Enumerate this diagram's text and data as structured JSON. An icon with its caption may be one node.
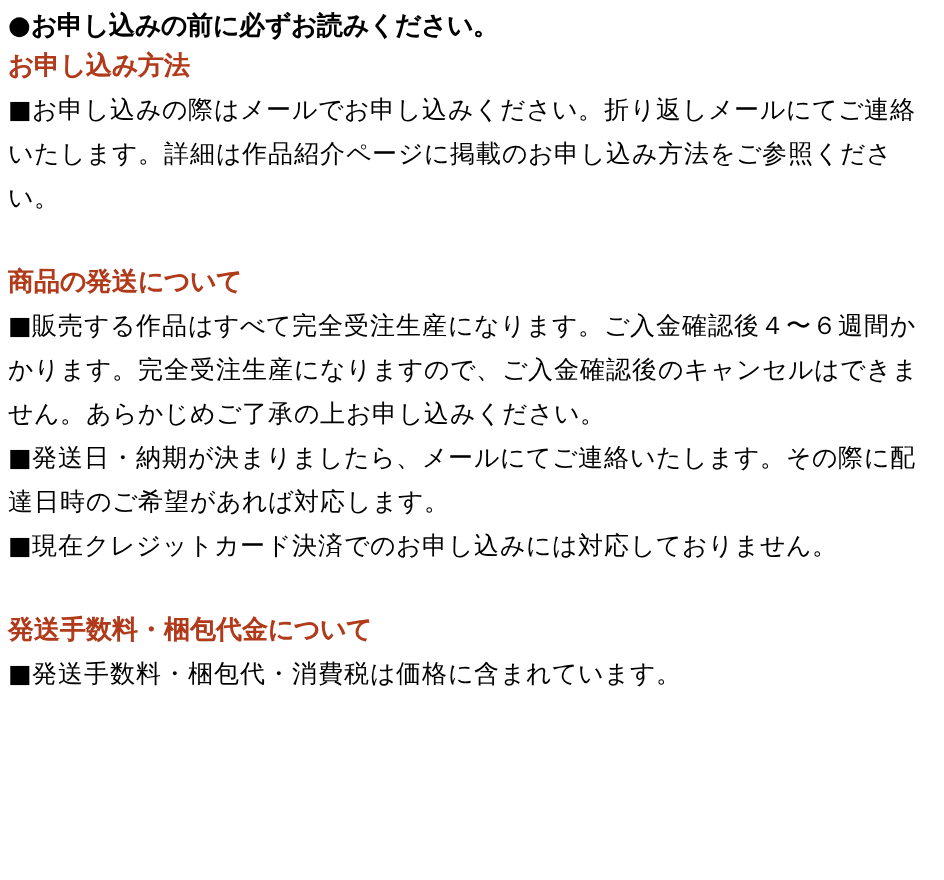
{
  "diagram": {
    "title": "●お申し込みの前に必ずお読みください。",
    "labels": [
      "お申し込み方法",
      "■お申し込みの際はメールでお申し込みください。折り返しメールにてご連絡いたします。詳細は作品紹介ページに掲載のお申し込み方法をご参照ください。",
      "商品の発送について",
      "■販売する作品はすべて完全受注生産になります。ご入金確認後４〜６週間かかります。完全受注生産になりますので、ご入金確認後のキャンセルはできません。あらかじめご了承の上お申し込みください。",
      "■発送日・納期が決まりましたら、メールにてご連絡いたします。その際に配達日時のご希望があれば対応します。",
      "■現在クレジットカード決済でのお申し込みには対応しておりません。",
      "発送手数料・梱包代金について",
      "■発送手数料・梱包代・消費税は価格に含まれています。"
    ]
  }
}
